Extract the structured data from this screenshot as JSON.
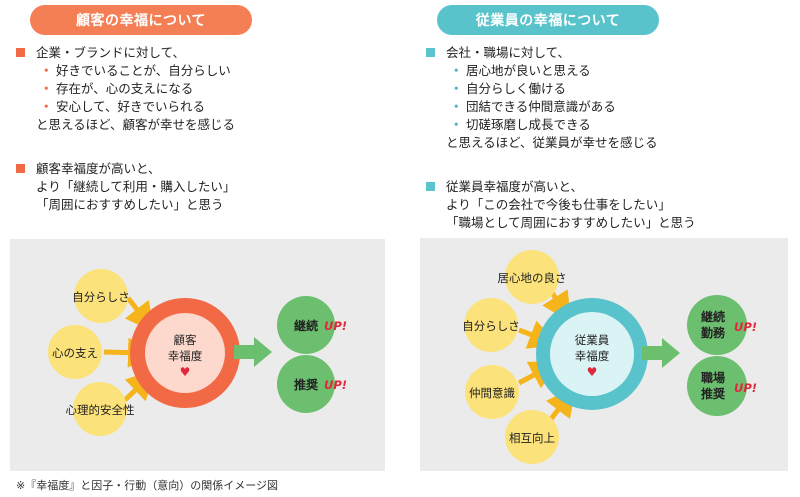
{
  "left": {
    "header": "顧客の幸福について",
    "block1": {
      "intro": "企業・ブランドに対して、",
      "items": [
        "好きでいることが、自分らしい",
        "存在が、心の支えになる",
        "安心して、好きでいられる"
      ],
      "conclusion": "と思えるほど、顧客が幸せを感じる"
    },
    "block2": {
      "line1": "顧客幸福度が高いと、",
      "line2": "より「継続して利用・購入したい」",
      "line3": "「周囲におすすめしたい」と思う"
    },
    "diagram": {
      "center_line1": "顧客",
      "center_line2": "幸福度",
      "factors": [
        "自分らしさ",
        "心の支え",
        "心理的安全性"
      ],
      "outcomes": [
        {
          "label": "継続",
          "badge": "UP!"
        },
        {
          "label": "推奨",
          "badge": "UP!"
        }
      ]
    }
  },
  "right": {
    "header": "従業員の幸福について",
    "block1": {
      "intro": "会社・職場に対して、",
      "items": [
        "居心地が良いと思える",
        "自分らしく働ける",
        "団結できる仲間意識がある",
        "切磋琢磨し成長できる"
      ],
      "conclusion": "と思えるほど、従業員が幸せを感じる"
    },
    "block2": {
      "line1": "従業員幸福度が高いと、",
      "line2": "より「この会社で今後も仕事をしたい」",
      "line3": "「職場として周囲におすすめしたい」と思う"
    },
    "diagram": {
      "center_line1": "従業員",
      "center_line2": "幸福度",
      "factors": [
        "居心地の良さ",
        "自分らしさ",
        "仲間意識",
        "相互向上"
      ],
      "outcomes": [
        {
          "line1": "継続",
          "line2": "勤務",
          "badge": "UP!"
        },
        {
          "line1": "職場",
          "line2": "推奨",
          "badge": "UP!"
        }
      ]
    }
  },
  "footnote": "※『幸福度』と因子・行動（意向）の関係イメージ図",
  "colors": {
    "orange": "#f47f55",
    "orange_ring": "#f26a45",
    "orange_core": "#fcd8cd",
    "teal": "#59c3cc",
    "teal_core": "#daf3f5",
    "yellow": "#fce27a",
    "arrow_yellow": "#f5b41a",
    "green": "#6bbf6e",
    "up_red": "#e0283b",
    "panel_bg": "#ebebeb"
  },
  "icons": [
    "heart-icon",
    "arrow-right-icon"
  ]
}
